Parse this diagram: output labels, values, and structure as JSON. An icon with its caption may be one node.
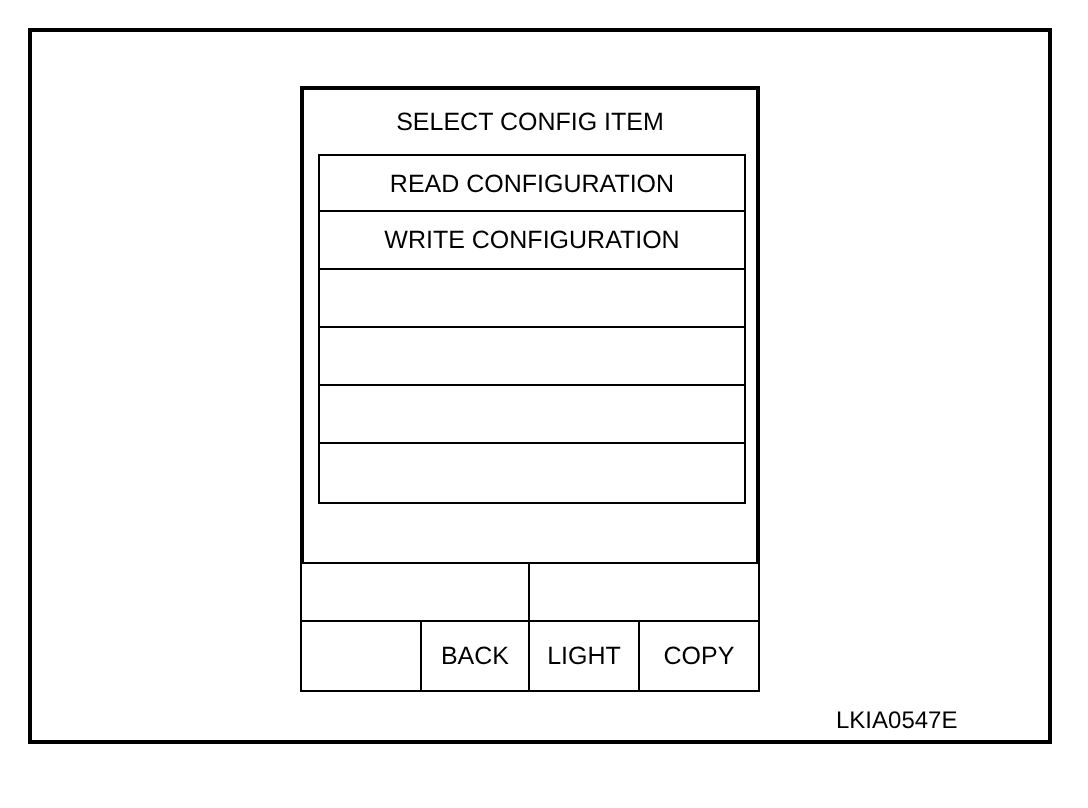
{
  "diagram": {
    "nodes": [
      {
        "text": [
          "SELECT CONFIG ITEM"
        ]
      },
      {
        "text": [
          "READ CONFIGURATION"
        ],
        "in": 0
      },
      {
        "text": [
          "WRITE CONFIGURATION"
        ],
        "in": 0
      },
      {
        "text": [],
        "shape": "box",
        "in": 0
      },
      {
        "text": [],
        "shape": "box",
        "in": 0
      },
      {
        "text": [],
        "shape": "box",
        "in": 0
      },
      {
        "text": [],
        "shape": "box",
        "in": 0
      },
      {
        "text": [],
        "shape": "box",
        "in": 0
      },
      {
        "text": [],
        "shape": "box",
        "in": 0
      },
      {
        "text": [],
        "shape": "box",
        "in": 0
      },
      {
        "text": [
          "BACK"
        ],
        "in": 0
      },
      {
        "text": [
          "LIGHT"
        ],
        "in": 0
      },
      {
        "text": [
          "COPY"
        ],
        "in": 0
      }
    ],
    "labels": [
      "LKIA0547E"
    ]
  }
}
